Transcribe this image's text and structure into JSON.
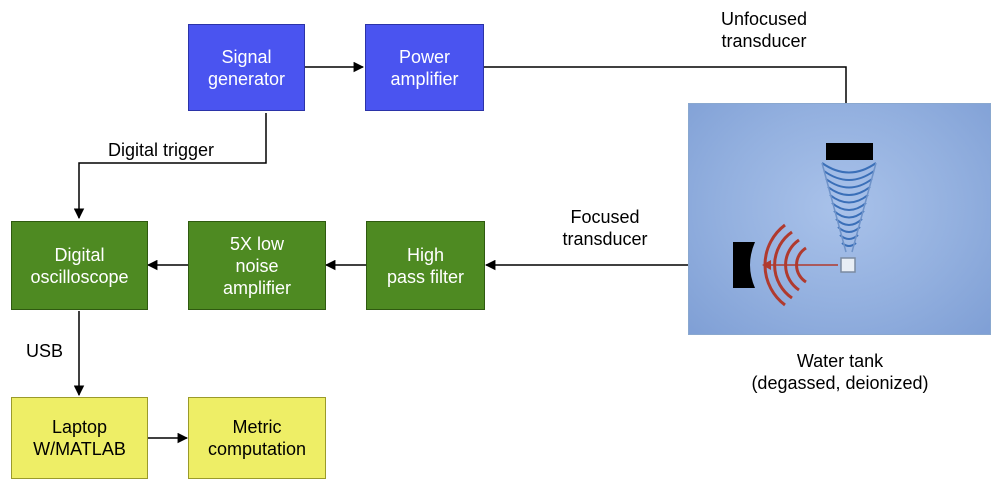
{
  "blocks": {
    "signal_generator": "Signal\ngenerator",
    "power_amplifier": "Power\namplifier",
    "digital_oscilloscope": "Digital\noscilloscope",
    "low_noise_amplifier": "5X low\nnoise\namplifier",
    "high_pass_filter": "High\npass filter",
    "laptop": "Laptop\nW/MATLAB",
    "metric_computation": "Metric\ncomputation"
  },
  "labels": {
    "unfocused_transducer": "Unfocused\ntransducer",
    "focused_transducer": "Focused\ntransducer",
    "digital_trigger": "Digital trigger",
    "usb": "USB",
    "water_tank": "Water tank\n(degassed, deionized)"
  },
  "colors": {
    "blue_block": "#4a54f0",
    "green_block": "#4e8a22",
    "yellow_block": "#eeee66",
    "tank": "#93b0df",
    "wave_red": "#b03a2e"
  }
}
